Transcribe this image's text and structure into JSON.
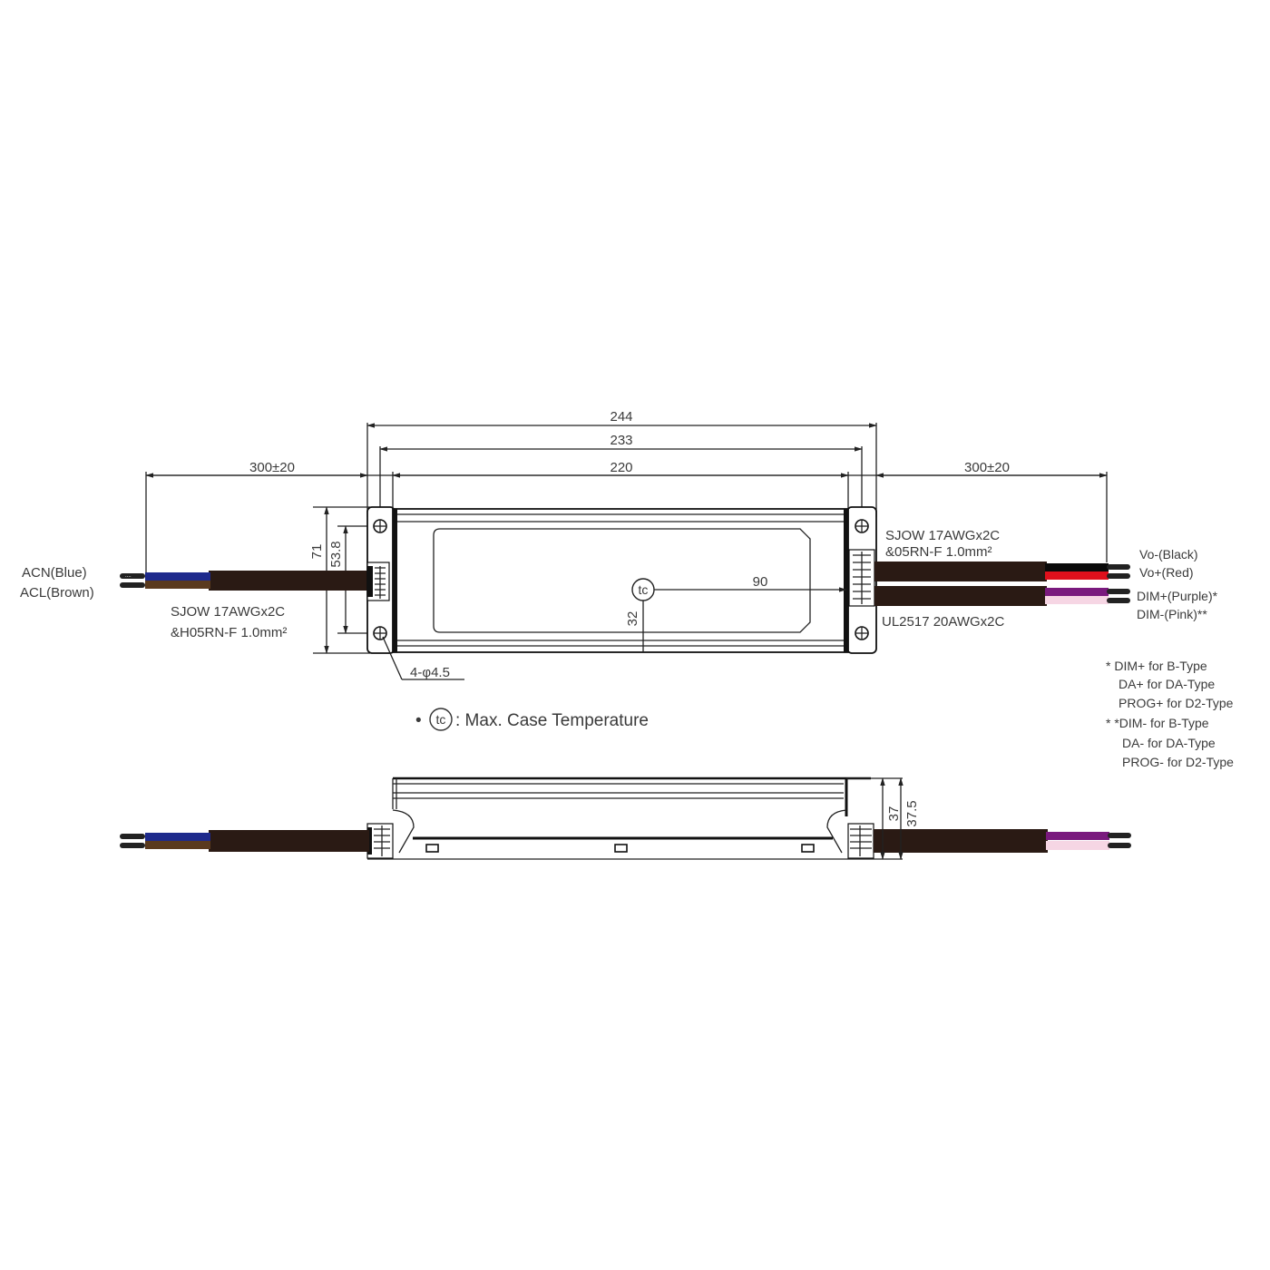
{
  "dimensions": {
    "overall_length": "244",
    "mount_hole_spacing": "233",
    "body_length": "220",
    "input_cable_length": "300±20",
    "output_cable_length": "300±20",
    "overall_width": "71",
    "mount_hole_width": "53.8",
    "tc_from_end": "90",
    "tc_from_edge": "32",
    "mount_holes": "4-φ4.5",
    "height_body": "37",
    "height_overall": "37.5"
  },
  "input": {
    "wire_1": "ACN(Blue)",
    "wire_2": "ACL(Brown)",
    "cable_spec_line1": "SJOW 17AWGx2C",
    "cable_spec_line2": "&H05RN-F 1.0mm²",
    "colors": {
      "blue": "#1e2a8c",
      "brown": "#5a3a1e",
      "jacket": "#2a1a14"
    }
  },
  "output": {
    "cable_spec_line1": "SJOW 17AWGx2C",
    "cable_spec_line2": "&05RN-F 1.0mm²",
    "dim_cable_spec": "UL2517 20AWGx2C",
    "wire_1": "Vo-(Black)",
    "wire_2": "Vo+(Red)",
    "wire_3": "DIM+(Purple)*",
    "wire_4": "DIM-(Pink)**",
    "colors": {
      "black": "#0a0a0a",
      "red": "#e0101c",
      "purple": "#7a1a7e",
      "pink": "#f6d6e4",
      "jacket": "#2a1a14"
    }
  },
  "legend": {
    "tc_symbol": "tc",
    "tc_bullet": "•",
    "tc_description": ": Max. Case Temperature"
  },
  "notes": {
    "single_star": [
      "* DIM+ for B-Type",
      "DA+ for DA-Type",
      "PROG+ for D2-Type"
    ],
    "double_star": [
      "* *DIM- for B-Type",
      "DA- for DA-Type",
      "PROG- for D2-Type"
    ]
  }
}
